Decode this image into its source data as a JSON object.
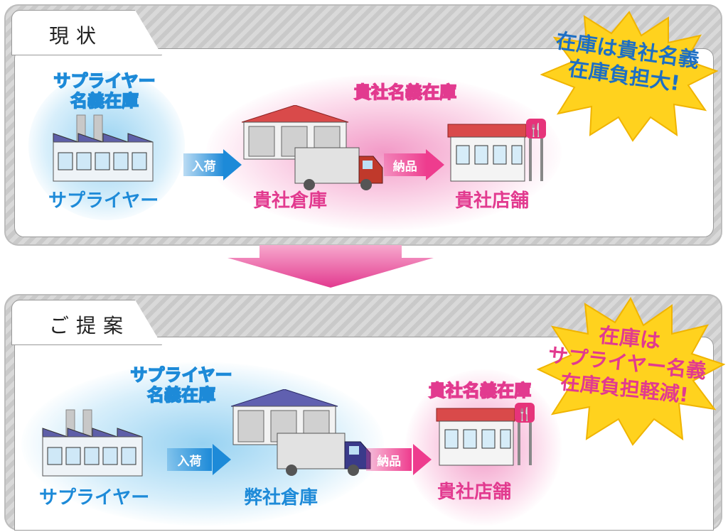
{
  "current": {
    "tab_label": "現状",
    "supplier_blob_label_line1": "サプライヤー",
    "supplier_blob_label_line2": "名義在庫",
    "company_blob_label": "貴社名義在庫",
    "supplier": "サプライヤー",
    "arrival_arrow": "入荷",
    "warehouse": "貴社倉庫",
    "delivery_arrow": "納品",
    "store": "貴社店舗",
    "burst_line1": "在庫は貴社名義",
    "burst_line2": "在庫負担大!"
  },
  "proposal": {
    "tab_label": "ご提案",
    "supplier_blob_label_line1": "サプライヤー",
    "supplier_blob_label_line2": "名義在庫",
    "company_blob_label": "貴社名義在庫",
    "supplier": "サプライヤー",
    "arrival_arrow": "入荷",
    "warehouse": "弊社倉庫",
    "delivery_arrow": "納品",
    "store": "貴社店舗",
    "burst_line1": "在庫は",
    "burst_line2": "サプライヤー名義",
    "burst_line3": "在庫負担軽減!"
  },
  "colors": {
    "supplier_blue": "#1d8ad8",
    "company_pink": "#e23a8f",
    "burst_yellow": "#ffd21e",
    "arrow_blue": "#1d8ad8",
    "arrow_pink": "#ee3c8e"
  }
}
